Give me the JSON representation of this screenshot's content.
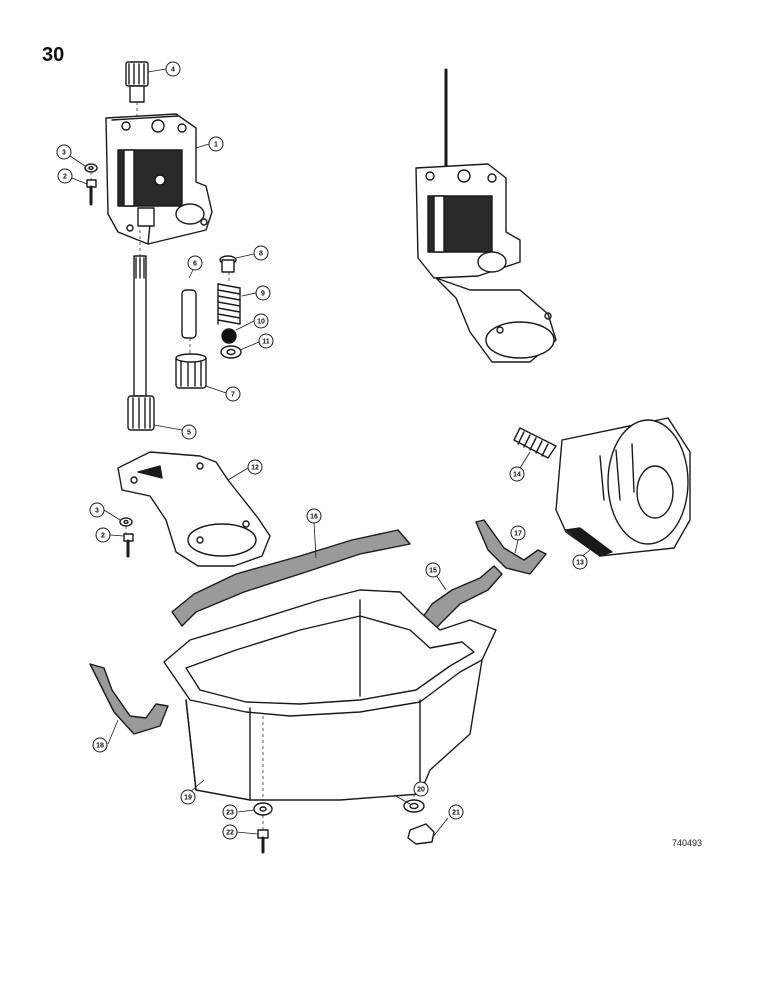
{
  "page": {
    "number": "30",
    "figure_id": "740493"
  },
  "callouts": [
    {
      "id": "c1",
      "label": "1"
    },
    {
      "id": "c2a",
      "label": "2"
    },
    {
      "id": "c3a",
      "label": "3"
    },
    {
      "id": "c4",
      "label": "4"
    },
    {
      "id": "c5",
      "label": "5"
    },
    {
      "id": "c6",
      "label": "6"
    },
    {
      "id": "c7",
      "label": "7"
    },
    {
      "id": "c8",
      "label": "8"
    },
    {
      "id": "c9",
      "label": "9"
    },
    {
      "id": "c10",
      "label": "10"
    },
    {
      "id": "c11",
      "label": "11"
    },
    {
      "id": "c12",
      "label": "12"
    },
    {
      "id": "c3b",
      "label": "3"
    },
    {
      "id": "c2b",
      "label": "2"
    },
    {
      "id": "c13",
      "label": "13"
    },
    {
      "id": "c14",
      "label": "14"
    },
    {
      "id": "c15",
      "label": "15"
    },
    {
      "id": "c16",
      "label": "16"
    },
    {
      "id": "c17",
      "label": "17"
    },
    {
      "id": "c18",
      "label": "18"
    },
    {
      "id": "c19",
      "label": "19"
    },
    {
      "id": "c20",
      "label": "20"
    },
    {
      "id": "c21",
      "label": "21"
    },
    {
      "id": "c22",
      "label": "22"
    },
    {
      "id": "c23",
      "label": "23"
    }
  ],
  "colors": {
    "ink": "#1a1a1a",
    "paper": "#ffffff",
    "gasket": "#9a9a9a"
  }
}
